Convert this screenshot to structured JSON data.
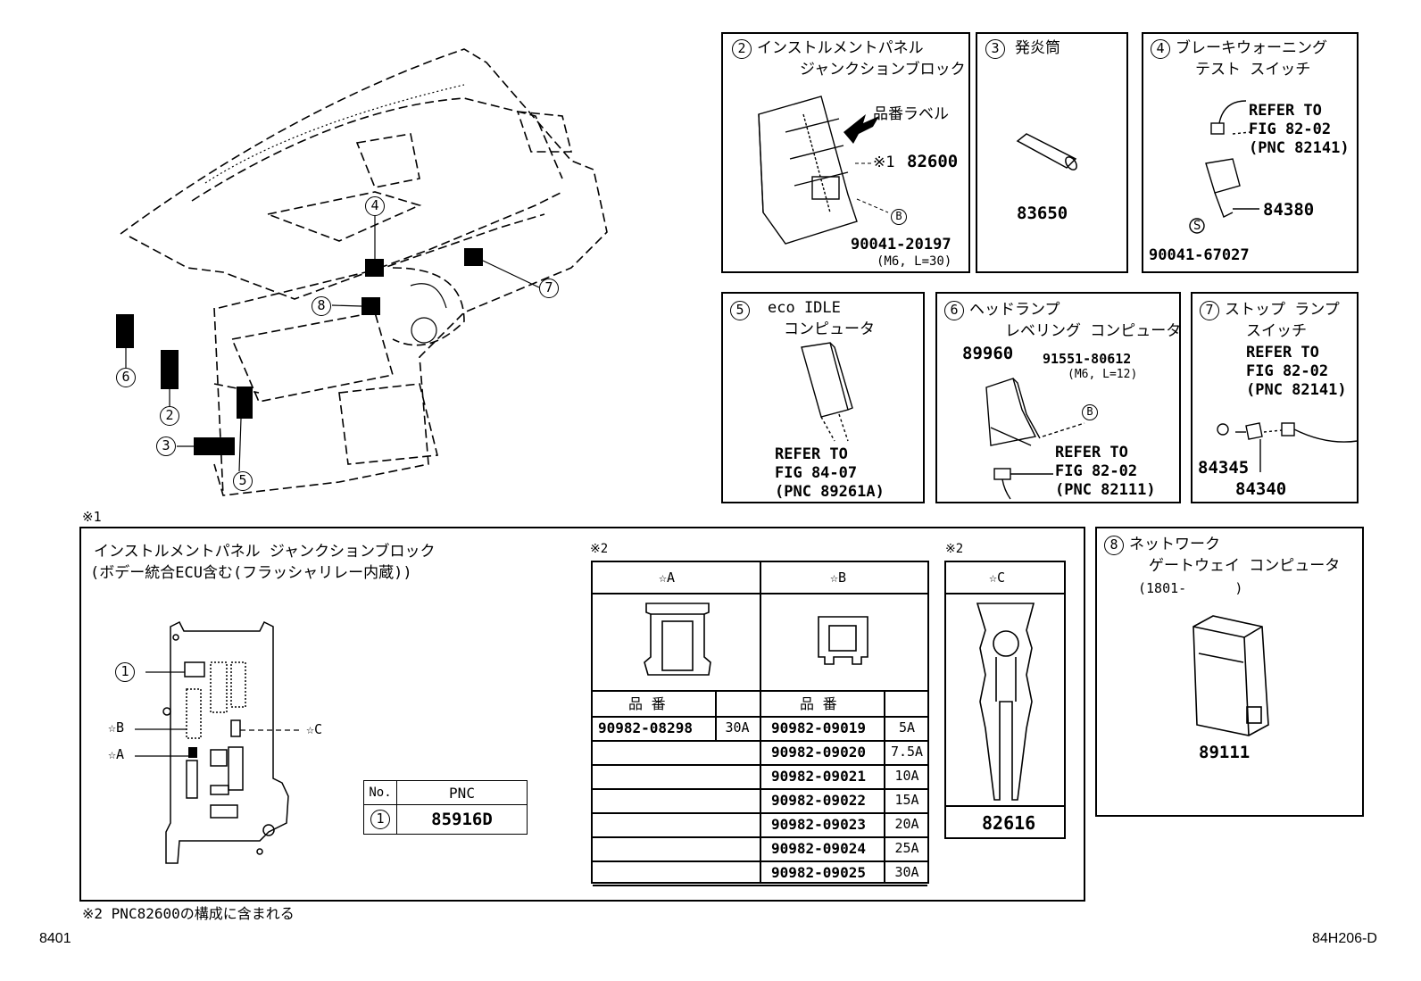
{
  "overview": {
    "callouts": [
      "4",
      "8",
      "7",
      "6",
      "2",
      "3",
      "5"
    ]
  },
  "panels": {
    "p2": {
      "num": "2",
      "title1": "インストルメントパネル",
      "title2": "ジャンクションブロック",
      "label_text": "品番ラベル",
      "note": "※1",
      "part": "82600",
      "bolt": "90041-20197",
      "bolt_spec": "(M6, L=30)",
      "bolt_mark": "B"
    },
    "p3": {
      "num": "3",
      "title": "発炎筒",
      "part": "83650"
    },
    "p4": {
      "num": "4",
      "title1": "ブレーキウォーニング",
      "title2": "テスト スイッチ",
      "ref1": "REFER TO",
      "ref2": "FIG 82-02",
      "ref3": "(PNC 82141)",
      "part": "84380",
      "screw": "90041-67027",
      "screw_mark": "S"
    },
    "p5": {
      "num": "5",
      "title1": "eco IDLE",
      "title2": "コンピュータ",
      "ref1": "REFER TO",
      "ref2": "FIG 84-07",
      "ref3": "(PNC 89261A)"
    },
    "p6": {
      "num": "6",
      "title1": "ヘッドランプ",
      "title2": "レベリング コンピュータ",
      "part": "89960",
      "bolt": "91551-80612",
      "bolt_spec": "(M6, L=12)",
      "bolt_mark": "B",
      "ref1": "REFER TO",
      "ref2": "FIG 82-02",
      "ref3": "(PNC 82111)"
    },
    "p7": {
      "num": "7",
      "title1": "ストップ ランプ",
      "title2": "スイッチ",
      "ref1": "REFER TO",
      "ref2": "FIG 82-02",
      "ref3": "(PNC 82141)",
      "part_a": "84345",
      "part_b": "84340"
    },
    "p8": {
      "num": "8",
      "title1": "ネットワーク",
      "title2": "ゲートウェイ コンピュータ",
      "range": "(1801-      )",
      "part": "89111"
    }
  },
  "detail": {
    "note_mark": "※1",
    "title1": "インストルメントパネル ジャンクションブロック",
    "title2": "(ボデー統合ECU含む(フラッシャリレー内蔵))",
    "callout_1": "1",
    "star_a": "☆A",
    "star_b": "☆B",
    "star_c": "☆C",
    "pnc_table": {
      "h_no": "No.",
      "h_pnc": "PNC",
      "row_no": "1",
      "row_pnc": "85916D"
    },
    "fuse_note_a": "※2",
    "fuse_note_c": "※2",
    "col_a": "☆A",
    "col_b": "☆B",
    "col_c": "☆C",
    "hinban": "品 番",
    "a_rows": [
      {
        "pn": "90982-08298",
        "amp": "30A"
      }
    ],
    "b_rows": [
      {
        "pn": "90982-09019",
        "amp": "5A"
      },
      {
        "pn": "90982-09020",
        "amp": "7.5A"
      },
      {
        "pn": "90982-09021",
        "amp": "10A"
      },
      {
        "pn": "90982-09022",
        "amp": "15A"
      },
      {
        "pn": "90982-09023",
        "amp": "20A"
      },
      {
        "pn": "90982-09024",
        "amp": "25A"
      },
      {
        "pn": "90982-09025",
        "amp": "30A"
      }
    ],
    "c_part": "82616"
  },
  "footer": {
    "note2": "※2 PNC82600の構成に含まれる",
    "page_left": "8401",
    "page_right": "84H206-D"
  }
}
